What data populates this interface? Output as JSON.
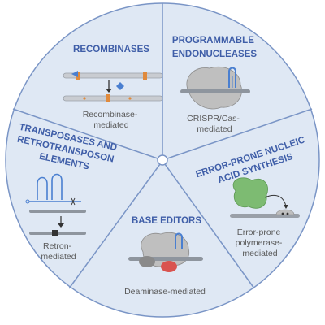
{
  "colors": {
    "circle_fill": "#dfe8f4",
    "circle_stroke": "#7a95c6",
    "heading": "#3f5ea8",
    "caption": "#5a5a5a",
    "accent_orange": "#e08a3c",
    "accent_blue": "#4a7fd0",
    "protein_gray": "#bfbfbf",
    "polymerase_green": "#7dbb72",
    "editor_red": "#d9534f",
    "dna_gray": "#9aa0a8"
  },
  "sectors": {
    "recombinases": {
      "heading": [
        "RECOMBINASES"
      ],
      "caption": [
        "Recombinase-",
        "mediated"
      ]
    },
    "endonucleases": {
      "heading": [
        "PROGRAMMABLE",
        "ENDONUCLEASES"
      ],
      "caption": [
        "CRISPR/Cas-",
        "mediated"
      ]
    },
    "error_prone": {
      "heading": [
        "ERROR-PRONE NUCLEIC",
        "ACID SYNTHESIS"
      ],
      "caption": [
        "Error-prone",
        "polymerase-",
        "mediated"
      ]
    },
    "base_editors": {
      "heading": [
        "BASE EDITORS"
      ],
      "caption": [
        "Deaminase-mediated"
      ]
    },
    "transposases": {
      "heading": [
        "TRANSPOSASES AND",
        "RETROTRANSPOSON",
        "ELEMENTS"
      ],
      "caption": [
        "Retron-",
        "mediated"
      ]
    }
  }
}
